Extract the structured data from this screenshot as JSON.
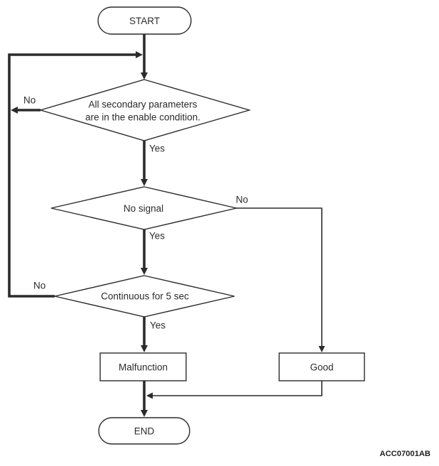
{
  "figure": {
    "id_label": "ACC07001AB",
    "colors": {
      "ink": "#2b2b2b",
      "background": "#ffffff"
    },
    "nodes": {
      "start": {
        "label": "START"
      },
      "check_enable": {
        "line1": "All secondary parameters",
        "line2": "are in the enable condition."
      },
      "no_signal": {
        "label": "No signal"
      },
      "continuous": {
        "label": "Continuous for 5 sec"
      },
      "malfunction": {
        "label": "Malfunction"
      },
      "good": {
        "label": "Good"
      },
      "end": {
        "label": "END"
      }
    },
    "edge_labels": {
      "check_enable_no": "No",
      "check_enable_yes": "Yes",
      "no_signal_no": "No",
      "no_signal_yes": "Yes",
      "continuous_no": "No",
      "continuous_yes": "Yes"
    }
  }
}
